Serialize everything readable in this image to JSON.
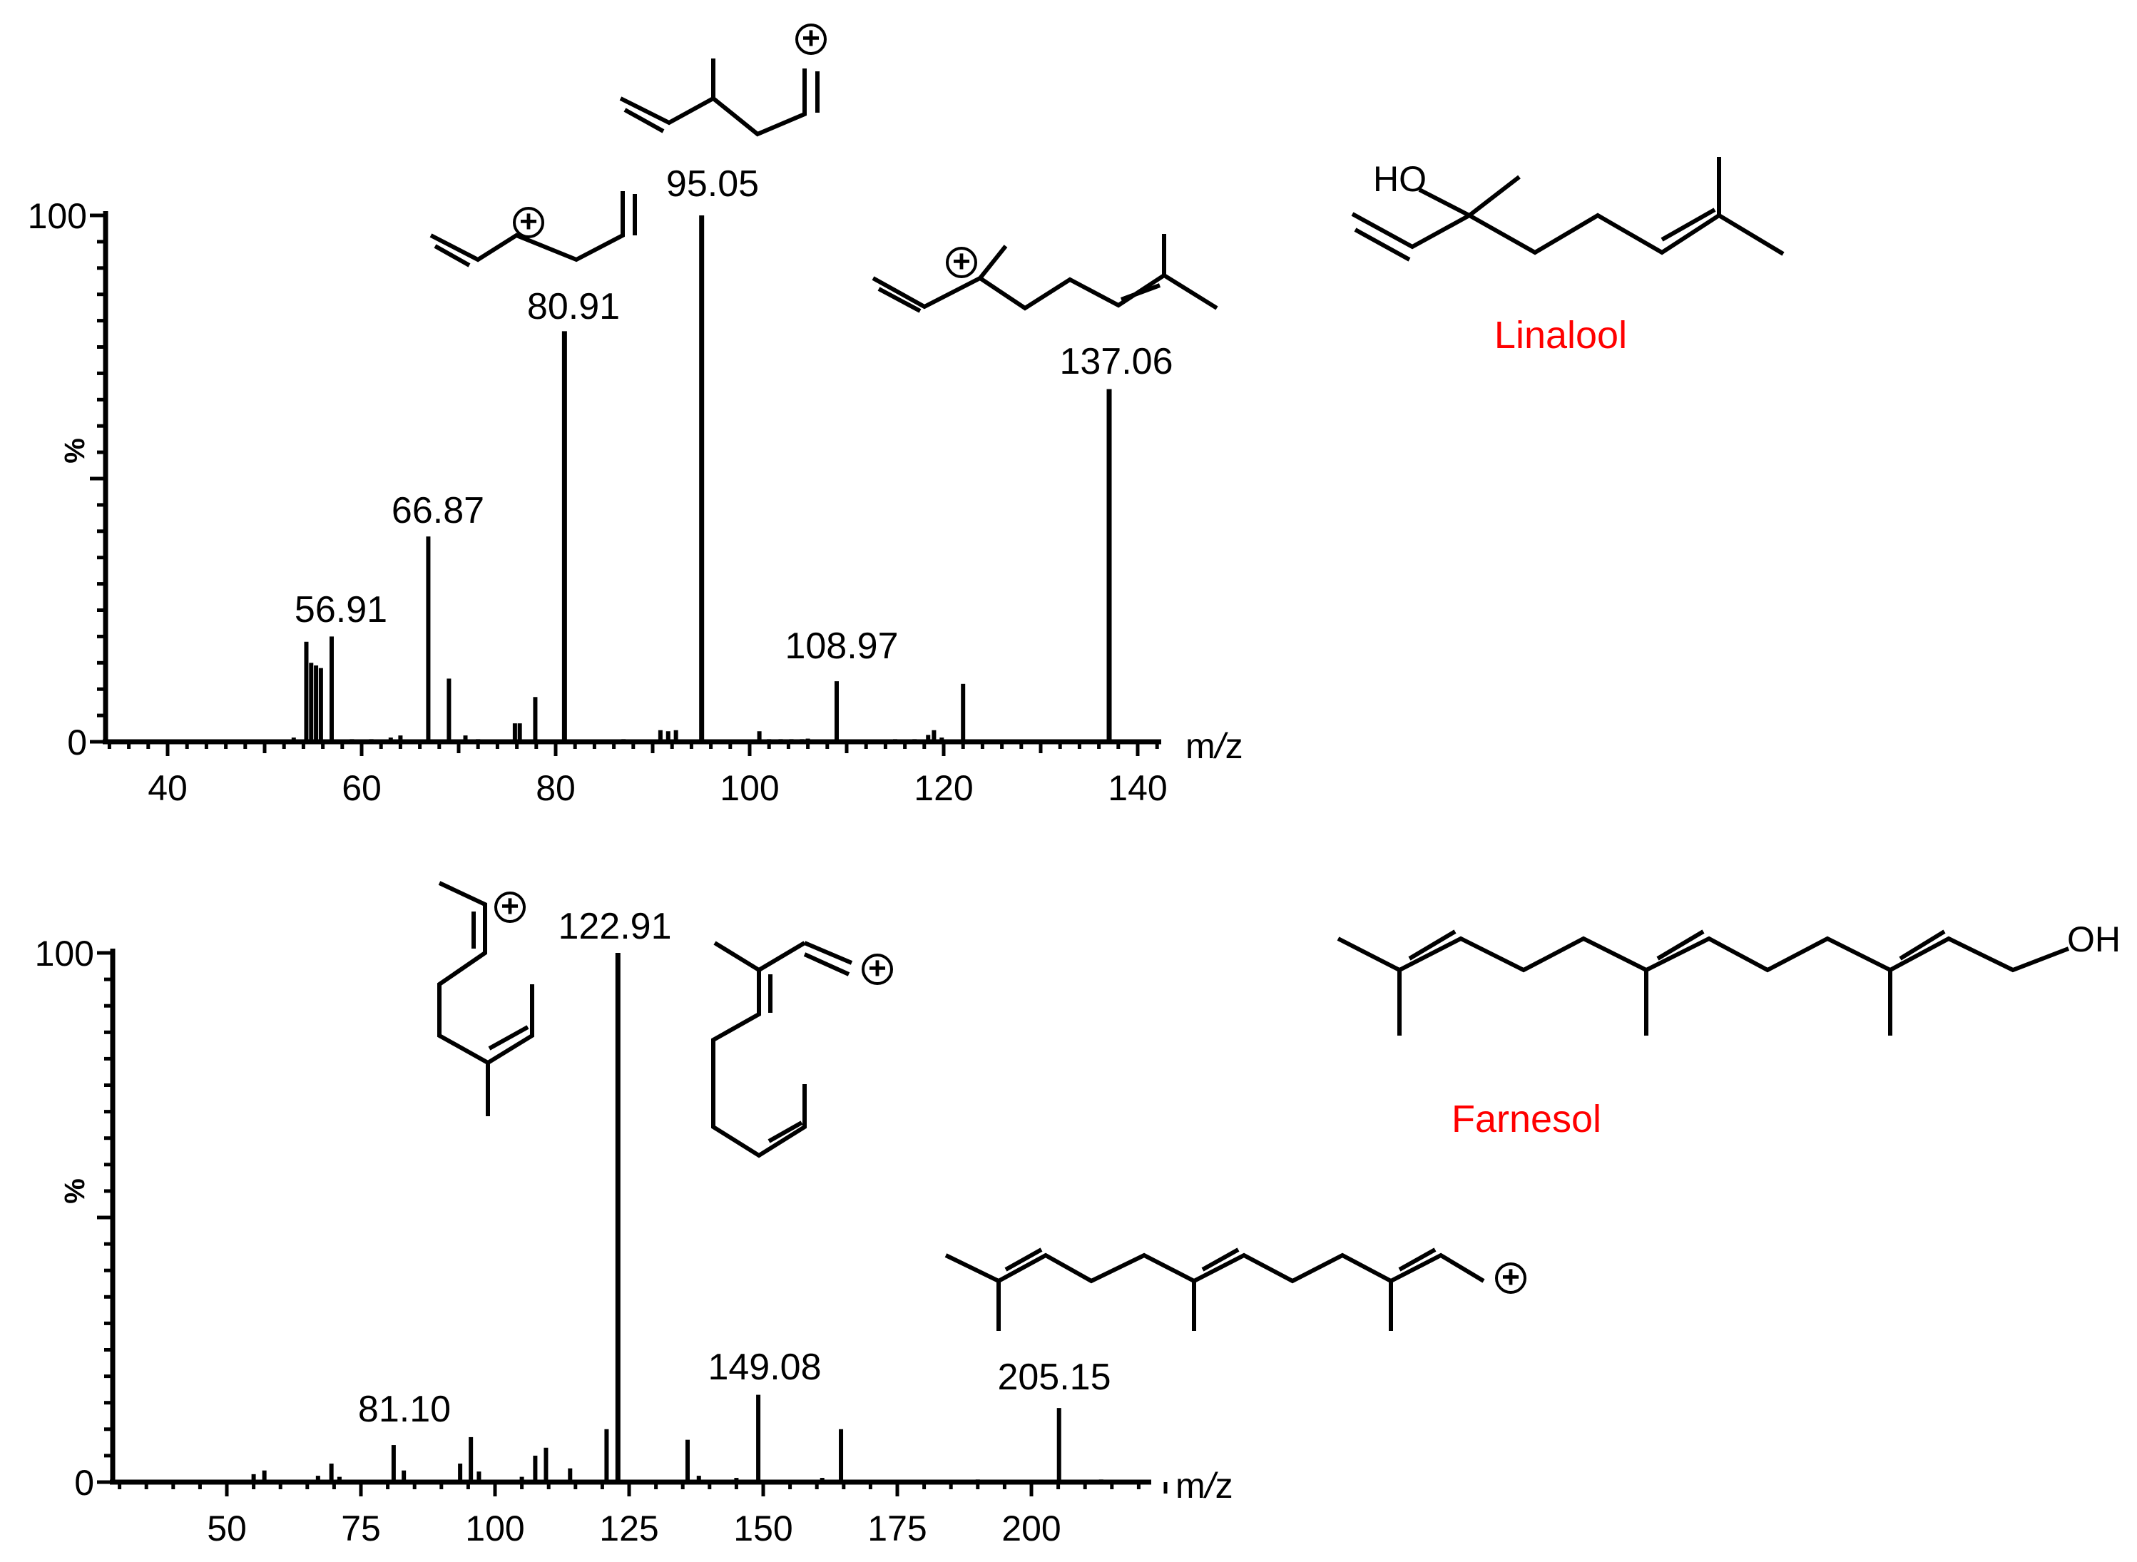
{
  "chart_data": [
    {
      "type": "bar",
      "subtype": "mass-spectrum",
      "title": "",
      "xlabel": "m/z",
      "ylabel": "%",
      "xlim": [
        34,
        143
      ],
      "ylim": [
        0,
        100
      ],
      "xticks": [
        40,
        60,
        80,
        100,
        120,
        140
      ],
      "yticks": [
        0,
        100
      ],
      "y_mid_tick": 50,
      "compound_label": "Linalool",
      "peaks": [
        {
          "mz": 53,
          "intensity": 0.8
        },
        {
          "mz": 54.3,
          "intensity": 19
        },
        {
          "mz": 54.8,
          "intensity": 15
        },
        {
          "mz": 55.3,
          "intensity": 14.5
        },
        {
          "mz": 55.8,
          "intensity": 14
        },
        {
          "mz": 56.91,
          "intensity": 20
        },
        {
          "mz": 59,
          "intensity": 0.5
        },
        {
          "mz": 61,
          "intensity": 0.5
        },
        {
          "mz": 63,
          "intensity": 0.8
        },
        {
          "mz": 64,
          "intensity": 1.2
        },
        {
          "mz": 66.87,
          "intensity": 39
        },
        {
          "mz": 69,
          "intensity": 12
        },
        {
          "mz": 70.7,
          "intensity": 1.2
        },
        {
          "mz": 72,
          "intensity": 0.5
        },
        {
          "mz": 75.8,
          "intensity": 3.5
        },
        {
          "mz": 76.3,
          "intensity": 3.5
        },
        {
          "mz": 77.9,
          "intensity": 8.5
        },
        {
          "mz": 80.91,
          "intensity": 78
        },
        {
          "mz": 87,
          "intensity": 0.5
        },
        {
          "mz": 90.8,
          "intensity": 2.2
        },
        {
          "mz": 91.6,
          "intensity": 2
        },
        {
          "mz": 92.4,
          "intensity": 2.2
        },
        {
          "mz": 95.05,
          "intensity": 100
        },
        {
          "mz": 101,
          "intensity": 2
        },
        {
          "mz": 102,
          "intensity": 0.5
        },
        {
          "mz": 103.2,
          "intensity": 0.5
        },
        {
          "mz": 104.3,
          "intensity": 0.5
        },
        {
          "mz": 105.4,
          "intensity": 0.5
        },
        {
          "mz": 106,
          "intensity": 0.6
        },
        {
          "mz": 108.97,
          "intensity": 11.5
        },
        {
          "mz": 115,
          "intensity": 0.5
        },
        {
          "mz": 117,
          "intensity": 0.5
        },
        {
          "mz": 118.4,
          "intensity": 1.3
        },
        {
          "mz": 119,
          "intensity": 2.2
        },
        {
          "mz": 119.8,
          "intensity": 0.8
        },
        {
          "mz": 122,
          "intensity": 11
        },
        {
          "mz": 137.06,
          "intensity": 67
        }
      ],
      "labeled_peaks": [
        "56.91",
        "66.87",
        "80.91",
        "95.05",
        "108.97",
        "137.06"
      ]
    },
    {
      "type": "bar",
      "subtype": "mass-spectrum",
      "title": "",
      "xlabel": "m/z",
      "ylabel": "%",
      "xlim": [
        27,
        225
      ],
      "ylim": [
        0,
        100
      ],
      "xticks": [
        50,
        75,
        100,
        125,
        150,
        175,
        200
      ],
      "yticks": [
        0,
        100
      ],
      "y_mid_tick": 50,
      "compound_label": "Farnesol",
      "peaks": [
        {
          "mz": 55,
          "intensity": 1.5
        },
        {
          "mz": 57,
          "intensity": 2.2
        },
        {
          "mz": 67,
          "intensity": 1.2
        },
        {
          "mz": 69.5,
          "intensity": 3.5
        },
        {
          "mz": 71,
          "intensity": 1
        },
        {
          "mz": 81.1,
          "intensity": 7
        },
        {
          "mz": 83,
          "intensity": 2.2
        },
        {
          "mz": 93.5,
          "intensity": 3.5
        },
        {
          "mz": 95.5,
          "intensity": 8.5
        },
        {
          "mz": 97,
          "intensity": 2
        },
        {
          "mz": 105,
          "intensity": 1
        },
        {
          "mz": 107.5,
          "intensity": 5
        },
        {
          "mz": 109.5,
          "intensity": 6.5
        },
        {
          "mz": 114,
          "intensity": 2.6
        },
        {
          "mz": 120.8,
          "intensity": 10
        },
        {
          "mz": 122.91,
          "intensity": 100
        },
        {
          "mz": 135.9,
          "intensity": 8
        },
        {
          "mz": 138,
          "intensity": 1.2
        },
        {
          "mz": 145,
          "intensity": 0.8
        },
        {
          "mz": 149.08,
          "intensity": 16.5
        },
        {
          "mz": 161,
          "intensity": 0.8
        },
        {
          "mz": 164.5,
          "intensity": 10
        },
        {
          "mz": 190,
          "intensity": 0.5
        },
        {
          "mz": 205.15,
          "intensity": 14
        },
        {
          "mz": 213,
          "intensity": 0.5
        }
      ],
      "labeled_peaks": [
        "81.10",
        "122.91",
        "149.08",
        "205.15"
      ]
    }
  ],
  "structure_labels": {
    "hydroxyl_linalool": "HO",
    "hydroxyl_farnesol": "OH",
    "cation_symbol": "⊕"
  },
  "colors": {
    "ink": "#000000",
    "compound_name": "#ff0000"
  }
}
